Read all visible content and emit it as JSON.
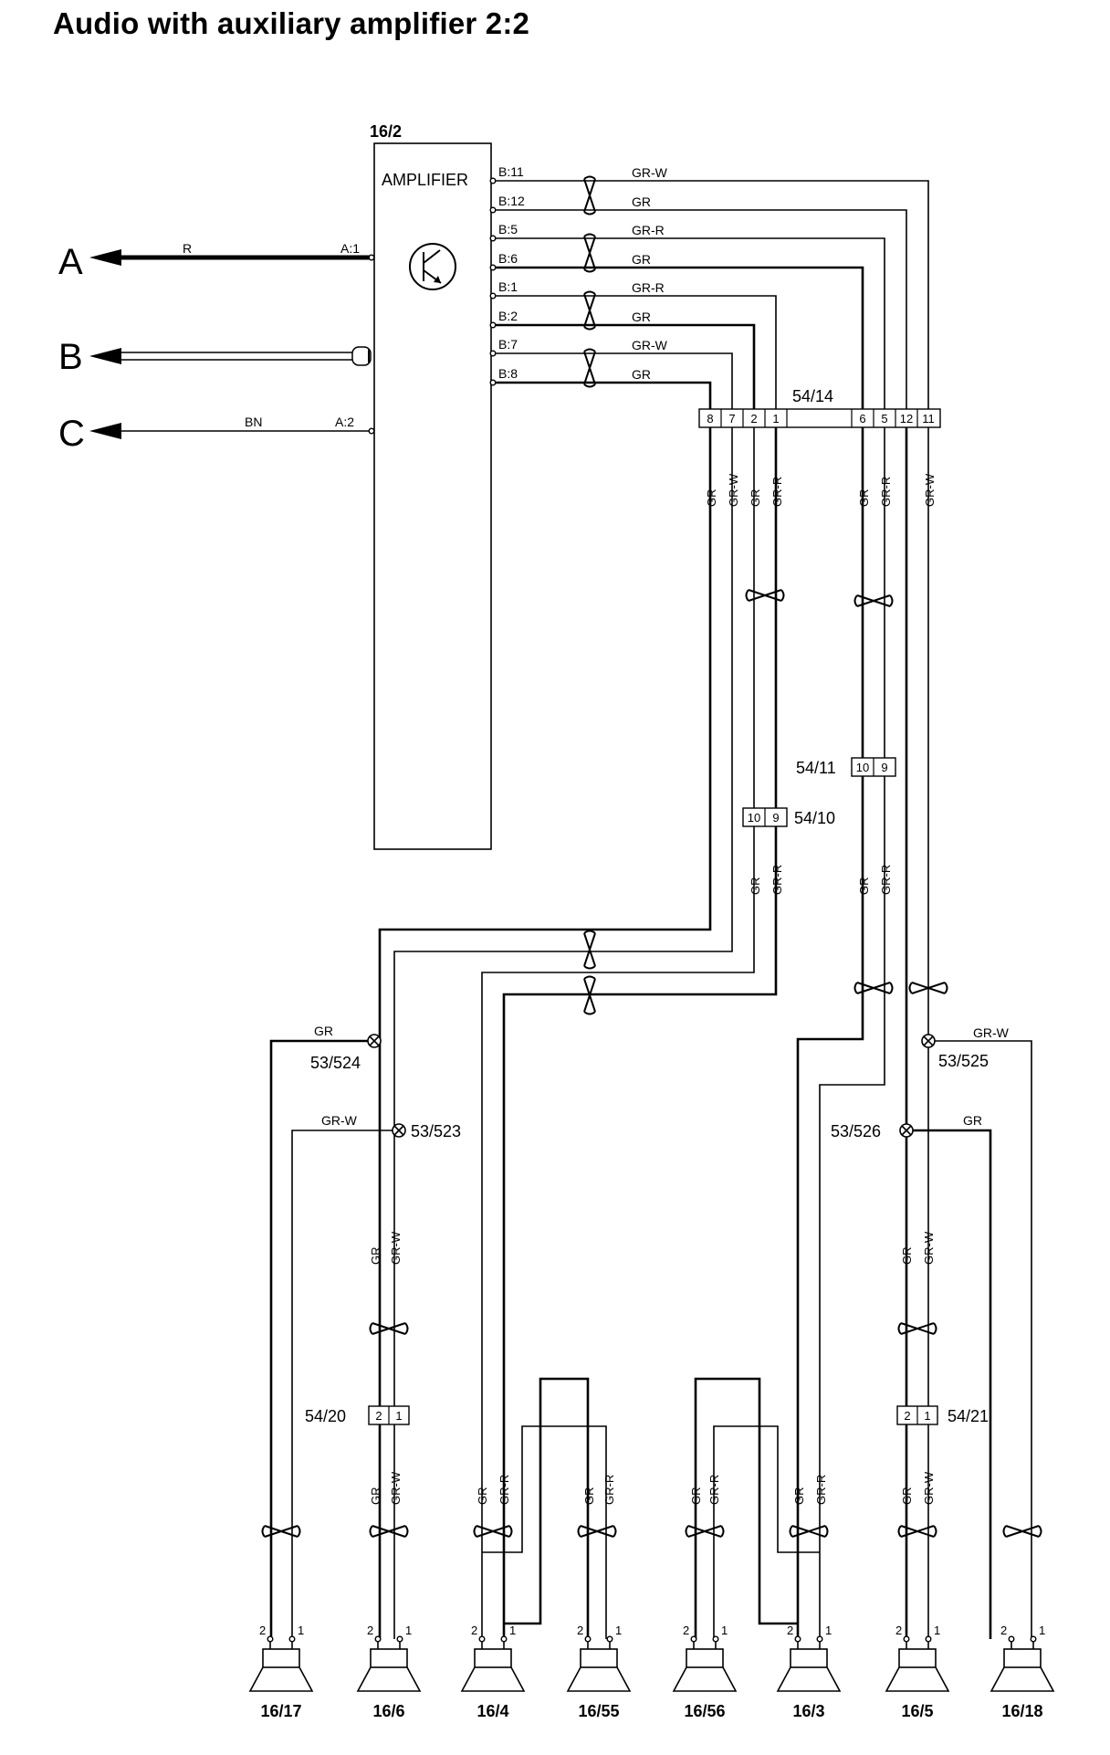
{
  "title": "Audio with auxiliary amplifier 2:2",
  "amplifier": {
    "id": "16/2",
    "label": "AMPLIFIER",
    "pins": [
      "B:11",
      "B:12",
      "B:5",
      "B:6",
      "B:1",
      "B:2",
      "B:7",
      "B:8",
      "A:1",
      "A:2"
    ]
  },
  "external_links": [
    {
      "letter": "A",
      "wire_color": "R",
      "pin": "A:1"
    },
    {
      "letter": "B",
      "wire_color": "",
      "pin": ""
    },
    {
      "letter": "C",
      "wire_color": "BN",
      "pin": "A:2"
    }
  ],
  "amp_wires": [
    "GR-W",
    "GR",
    "GR-R",
    "GR",
    "GR-R",
    "GR",
    "GR-W",
    "GR"
  ],
  "connectors": {
    "c5414": {
      "id": "54/14",
      "pins": [
        "8",
        "7",
        "2",
        "1",
        "6",
        "5",
        "12",
        "11"
      ]
    },
    "c5411": {
      "id": "54/11",
      "pins": [
        "10",
        "9"
      ]
    },
    "c5410": {
      "id": "54/10",
      "pins": [
        "10",
        "9"
      ]
    },
    "c5420": {
      "id": "54/20",
      "pins": [
        "2",
        "1"
      ]
    },
    "c5421": {
      "id": "54/21",
      "pins": [
        "2",
        "1"
      ]
    }
  },
  "splices": [
    "53/524",
    "53/523",
    "53/525",
    "53/526"
  ],
  "wire_labels": {
    "below_5414": [
      "GR",
      "GR-W",
      "GR",
      "GR-R",
      "GR",
      "GR-R",
      "GR-W"
    ],
    "below_5410": [
      "GR",
      "GR-R"
    ],
    "below_5411": [
      "GR",
      "GR-R"
    ],
    "splice_524": "GR",
    "splice_523": "GR-W",
    "splice_525": "GR-W",
    "splice_526": "GR",
    "left_pair_upper": [
      "GR",
      "GR-W"
    ],
    "left_pair_lower": [
      "GR",
      "GR-W"
    ],
    "right_pair_upper": [
      "GR",
      "GR-W"
    ],
    "right_pair_lower": [
      "GR",
      "GR-W"
    ],
    "speaker_16_4": [
      "GR",
      "GR-R"
    ],
    "speaker_16_55": [
      "GR",
      "GR-R"
    ],
    "speaker_16_56": [
      "GR",
      "GR-R"
    ],
    "speaker_16_3": [
      "GR",
      "GR-R"
    ]
  },
  "speakers": [
    {
      "id": "16/17",
      "pins": [
        "2",
        "1"
      ]
    },
    {
      "id": "16/6",
      "pins": [
        "2",
        "1"
      ]
    },
    {
      "id": "16/4",
      "pins": [
        "2",
        "1"
      ]
    },
    {
      "id": "16/55",
      "pins": [
        "2",
        "1"
      ]
    },
    {
      "id": "16/56",
      "pins": [
        "2",
        "1"
      ]
    },
    {
      "id": "16/3",
      "pins": [
        "2",
        "1"
      ]
    },
    {
      "id": "16/5",
      "pins": [
        "2",
        "1"
      ]
    },
    {
      "id": "16/18",
      "pins": [
        "2",
        "1"
      ]
    }
  ]
}
